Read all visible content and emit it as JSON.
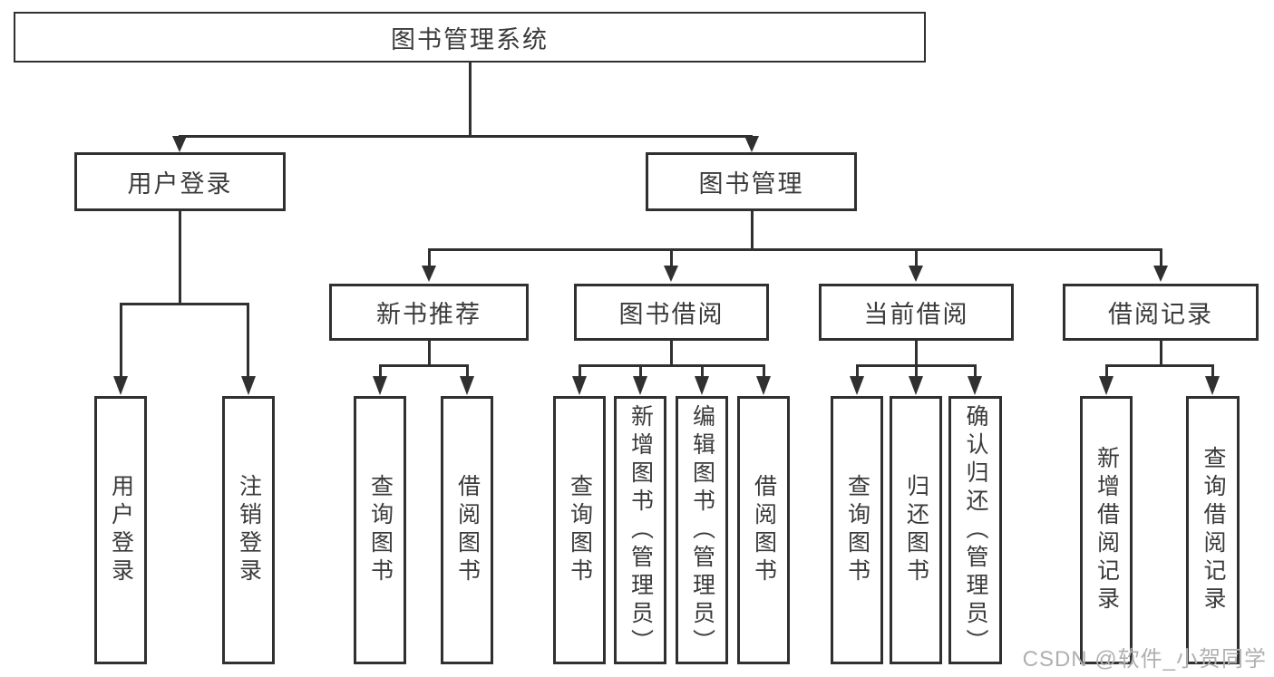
{
  "theme": {
    "line": "#303030",
    "text": "#3a3a3a",
    "bg": "#ffffff",
    "watermark": "#b0b0b0"
  },
  "diagram": {
    "root": {
      "label": "图书管理系统"
    },
    "level2": [
      {
        "label": "用户登录"
      },
      {
        "label": "图书管理"
      }
    ],
    "level3": [
      {
        "label": "新书推荐"
      },
      {
        "label": "图书借阅"
      },
      {
        "label": "当前借阅"
      },
      {
        "label": "借阅记录"
      }
    ],
    "leaves": [
      {
        "label": "用户登录",
        "parent": "用户登录"
      },
      {
        "label": "注销登录",
        "parent": "用户登录"
      },
      {
        "label": "查询图书",
        "parent": "新书推荐"
      },
      {
        "label": "借阅图书",
        "parent": "新书推荐"
      },
      {
        "label": "查询图书",
        "parent": "图书借阅"
      },
      {
        "label": "新增图书（管理员）",
        "parent": "图书借阅"
      },
      {
        "label": "编辑图书（管理员）",
        "parent": "图书借阅"
      },
      {
        "label": "借阅图书",
        "parent": "图书借阅"
      },
      {
        "label": "查询图书",
        "parent": "当前借阅"
      },
      {
        "label": "归还图书",
        "parent": "当前借阅"
      },
      {
        "label": "确认归还（管理员）",
        "parent": "当前借阅"
      },
      {
        "label": "新增借阅记录",
        "parent": "借阅记录"
      },
      {
        "label": "查询借阅记录",
        "parent": "借阅记录"
      }
    ]
  },
  "watermark": {
    "text": "CSDN @软件_小贺同学"
  }
}
